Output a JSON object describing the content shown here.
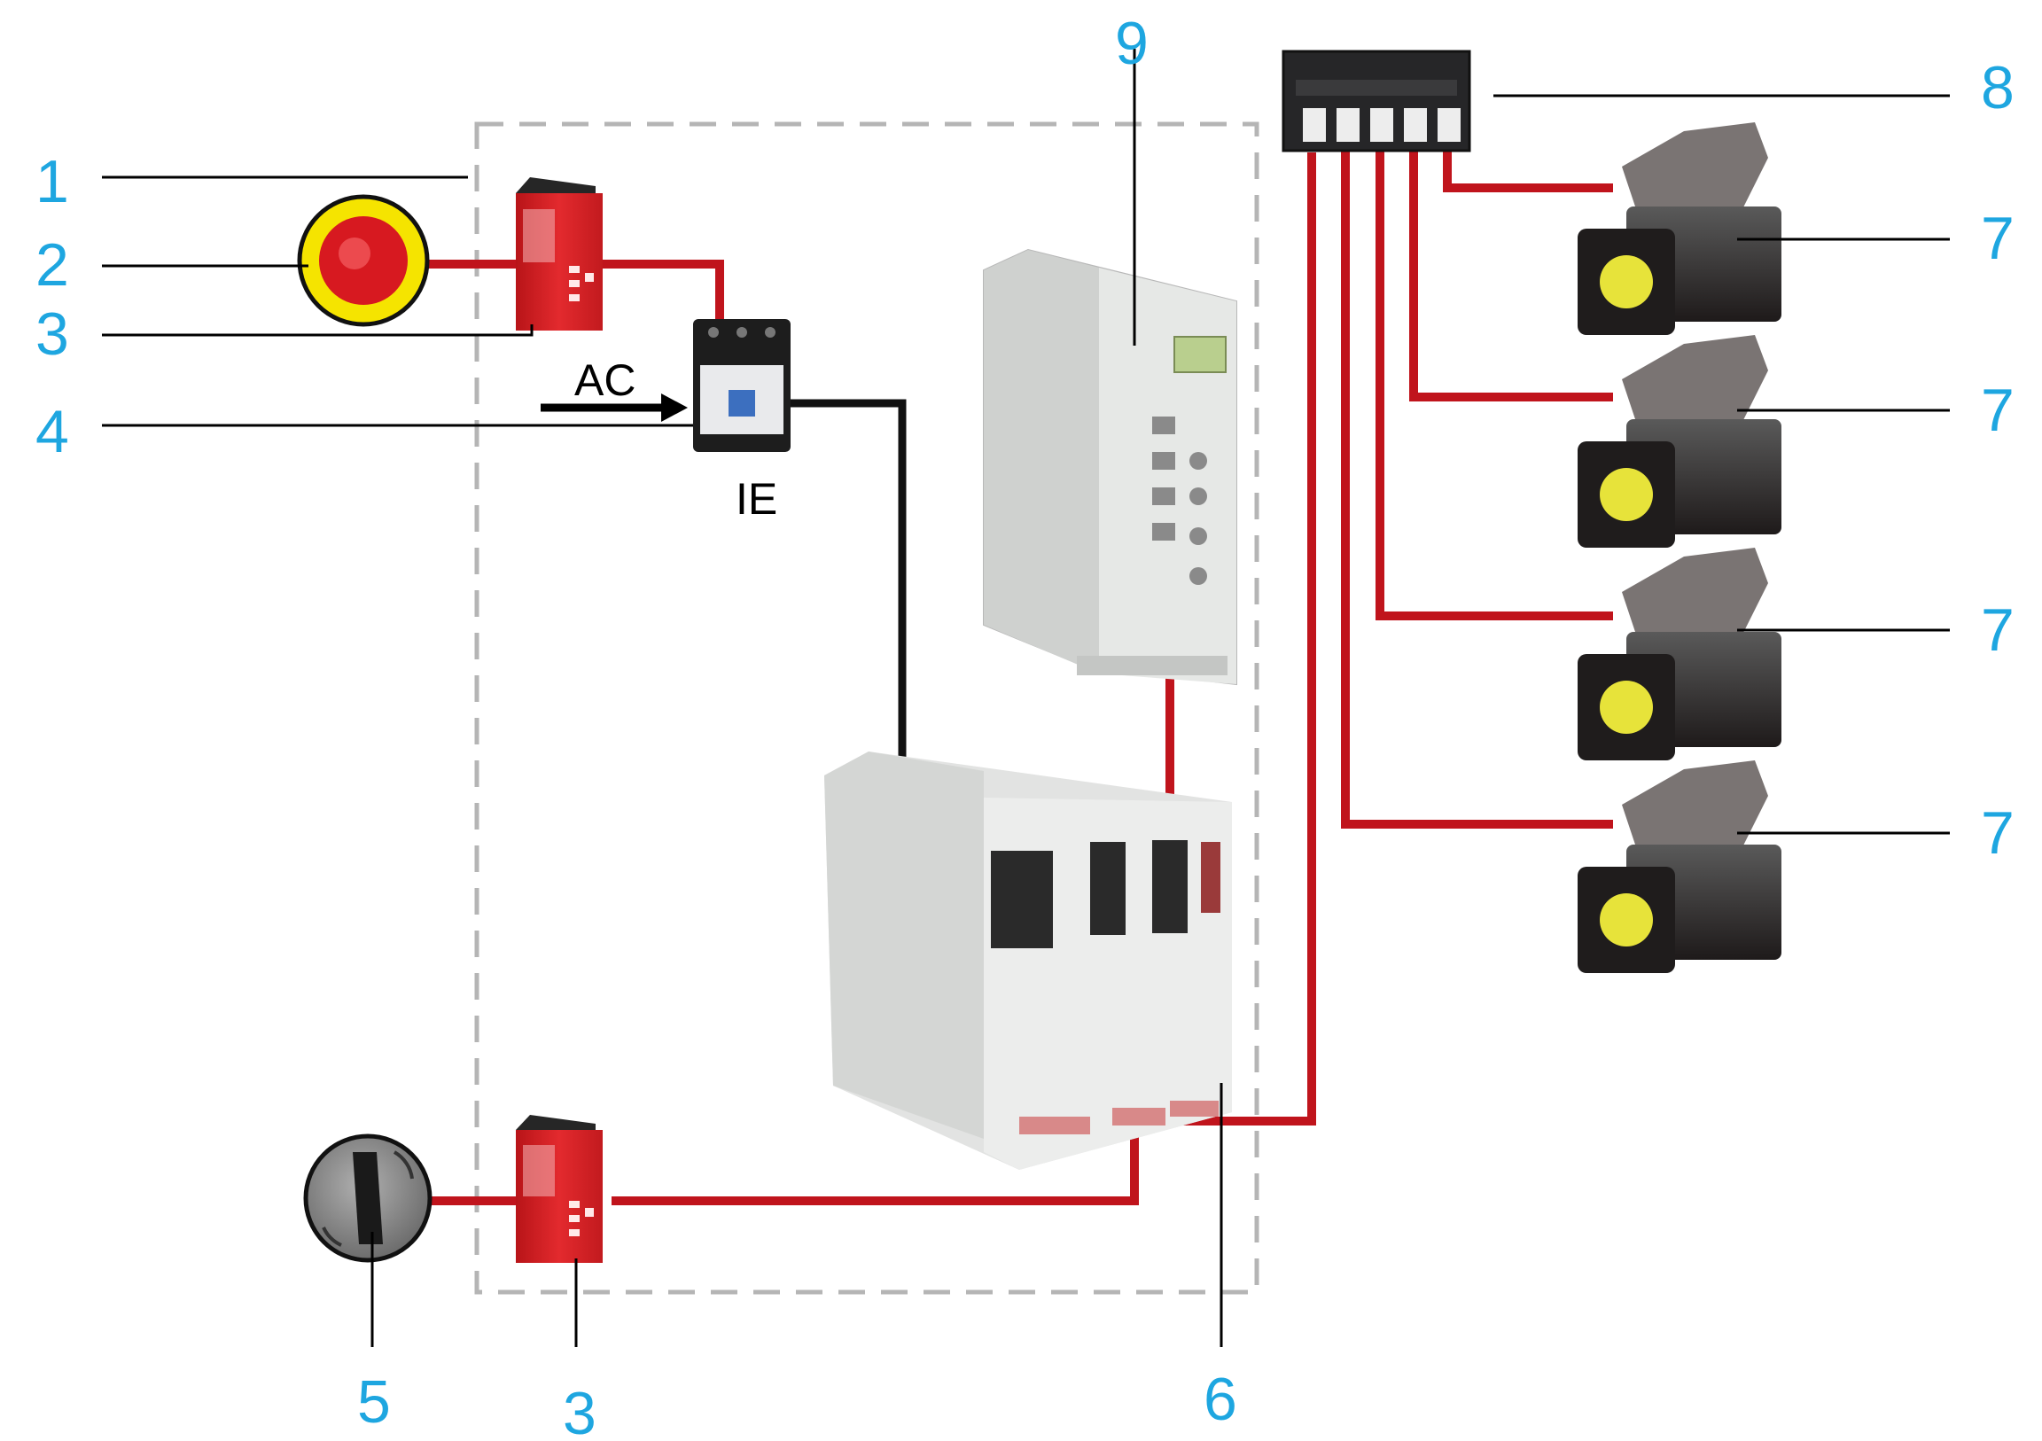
{
  "colors": {
    "callout": "#1ea6e0",
    "safety_wire": "#c0141c",
    "power_wire": "#111111",
    "enclosure": "#b5b5b5",
    "estop_ring": "#f5e400",
    "estop_button": "#d71920"
  },
  "labels": {
    "ac": "AC",
    "ie": "IE"
  },
  "callouts": {
    "c1": "1",
    "c2": "2",
    "c3_top": "3",
    "c4": "4",
    "c5": "5",
    "c3_bottom": "3",
    "c6": "6",
    "c7_a": "7",
    "c7_b": "7",
    "c7_c": "7",
    "c7_d": "7",
    "c8": "8",
    "c9": "9"
  },
  "components": [
    {
      "id": "enclosure",
      "icon": "dashed-cabinet-outline"
    },
    {
      "id": "emergency-stop",
      "icon": "mushroom-button-icon"
    },
    {
      "id": "safety-relay-top",
      "icon": "safety-relay-icon"
    },
    {
      "id": "contactor",
      "icon": "contactor-icon"
    },
    {
      "id": "key-switch",
      "icon": "key-selector-switch-icon"
    },
    {
      "id": "safety-relay-bottom",
      "icon": "safety-relay-icon"
    },
    {
      "id": "servo-drive",
      "icon": "multi-axis-drive-icon"
    },
    {
      "id": "motion-controller",
      "icon": "motion-controller-icon"
    },
    {
      "id": "distribution-box",
      "icon": "distribution-box-icon"
    },
    {
      "id": "servo-motor",
      "icon": "integrated-servo-motor-icon",
      "count": 4
    }
  ]
}
